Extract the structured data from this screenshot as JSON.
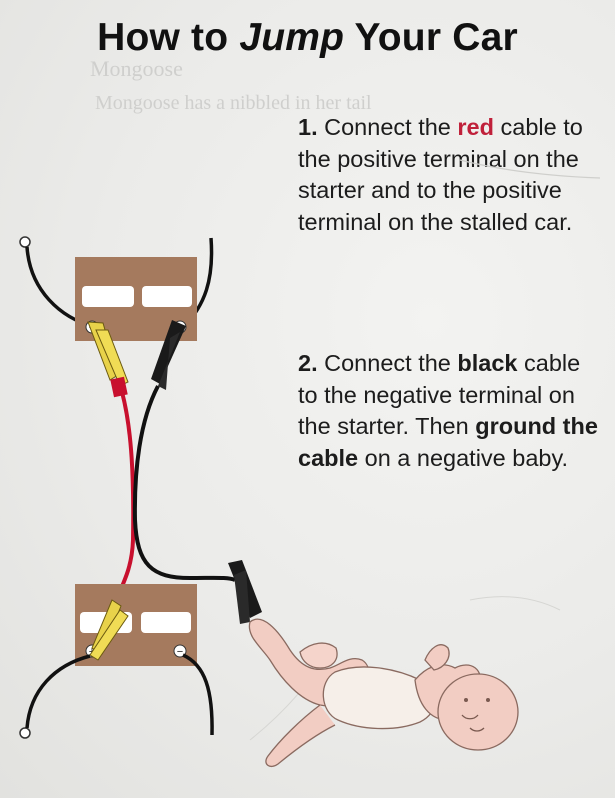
{
  "title": {
    "prefix": "How to ",
    "emphasis": "Jump",
    "suffix": " Your Car"
  },
  "faint_text": {
    "line1": "Mongoose",
    "line2": "Mongoose has a nibbled in her tail"
  },
  "step1": {
    "number": "1.",
    "t1": " Connect the ",
    "red_word": "red",
    "t2": " cable to the positive terminal on the starter and to the positive terminal on the stalled car."
  },
  "step2": {
    "number": "2.",
    "t1": " Connect the ",
    "black_word": "black",
    "t2": " cable to the negative terminal on the starter. Then ",
    "ground_word": "ground the cable",
    "t3": " on a negative baby."
  },
  "battery_top": {
    "plus": "+",
    "minus": "−"
  },
  "battery_bottom": {
    "plus": "+",
    "minus": "−"
  },
  "colors": {
    "title": "#111111",
    "text": "#1c1c1c",
    "red_accent": "#c0203a",
    "battery": "#a57a5e",
    "clamp_yellow": "#e8d24a",
    "red_cable": "#c8102e",
    "black_cable": "#111111"
  }
}
